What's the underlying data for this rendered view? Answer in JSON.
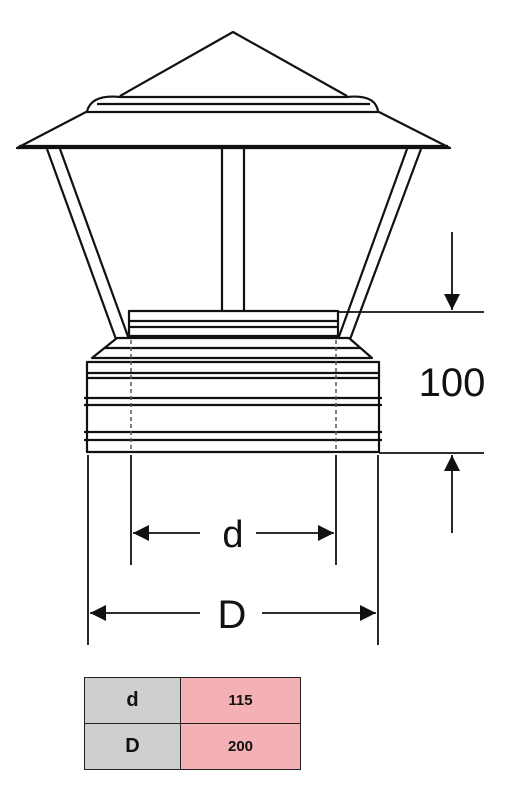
{
  "drawing": {
    "height_dimension": "100",
    "inner_diameter_label": "d",
    "outer_diameter_label": "D"
  },
  "table": {
    "rows": [
      {
        "label": "d",
        "value": "115"
      },
      {
        "label": "D",
        "value": "200"
      }
    ],
    "colors": {
      "label_bg": "#cfcfcf",
      "value_bg": "#f4b1b5"
    }
  }
}
